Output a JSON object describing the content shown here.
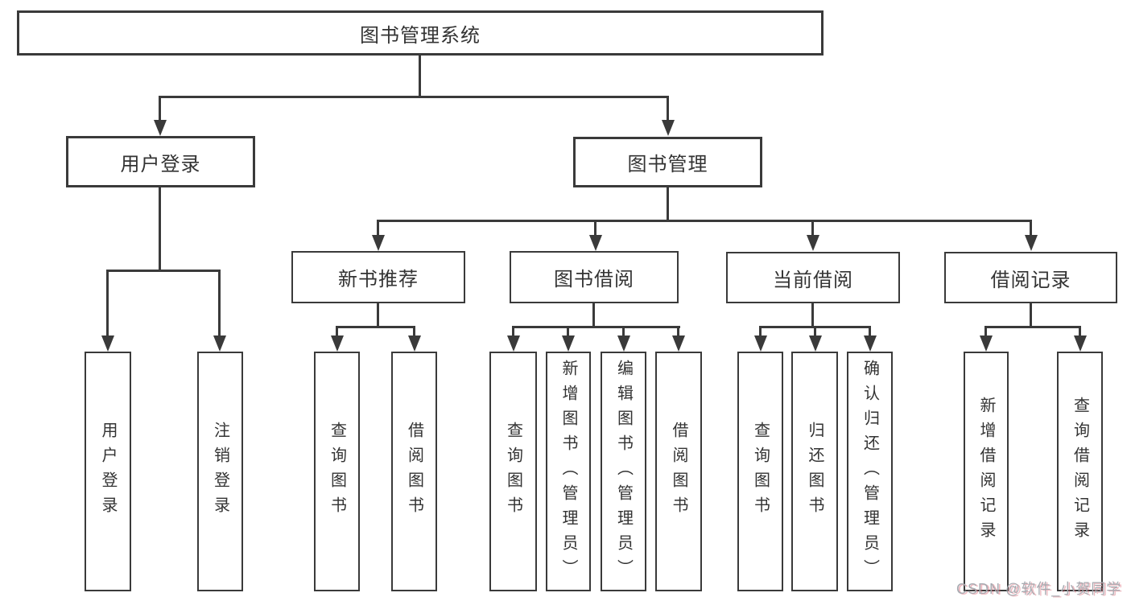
{
  "diagram_title": "图书管理系统",
  "nodes": {
    "root": "图书管理系统",
    "user_login": "用户登录",
    "book_mgmt": "图书管理",
    "new_book_rec": "新书推荐",
    "book_borrow": "图书借阅",
    "current_borrow": "当前借阅",
    "borrow_record": "借阅记录",
    "leaf_user_login": "用户登录",
    "leaf_logout": "注销登录",
    "nb_query_book": "查询图书",
    "nb_borrow_book": "借阅图书",
    "bb_query_book": "查询图书",
    "bb_add_book": "新增图书（管理员）",
    "bb_edit_book": "编辑图书（管理员）",
    "bb_borrow_book": "借阅图书",
    "cb_query_book": "查询图书",
    "cb_return_book": "归还图书",
    "cb_confirm_return": "确认归还（管理员）",
    "br_add_record": "新增借阅记录",
    "br_query_record": "查询借阅记录"
  },
  "hierarchy": {
    "图书管理系统": {
      "用户登录": [
        "用户登录",
        "注销登录"
      ],
      "图书管理": {
        "新书推荐": [
          "查询图书",
          "借阅图书"
        ],
        "图书借阅": [
          "查询图书",
          "新增图书（管理员）",
          "编辑图书（管理员）",
          "借阅图书"
        ],
        "当前借阅": [
          "查询图书",
          "归还图书",
          "确认归还（管理员）"
        ],
        "借阅记录": [
          "新增借阅记录",
          "查询借阅记录"
        ]
      }
    }
  },
  "watermark": "CSDN @软件_小贺同学",
  "colors": {
    "background": "#ffffff",
    "line": "#3a3a3a",
    "box_border": "#3a3a3a",
    "text": "#333333",
    "watermark_text": "#a7abb1",
    "watermark_shadow": "#d66270"
  }
}
